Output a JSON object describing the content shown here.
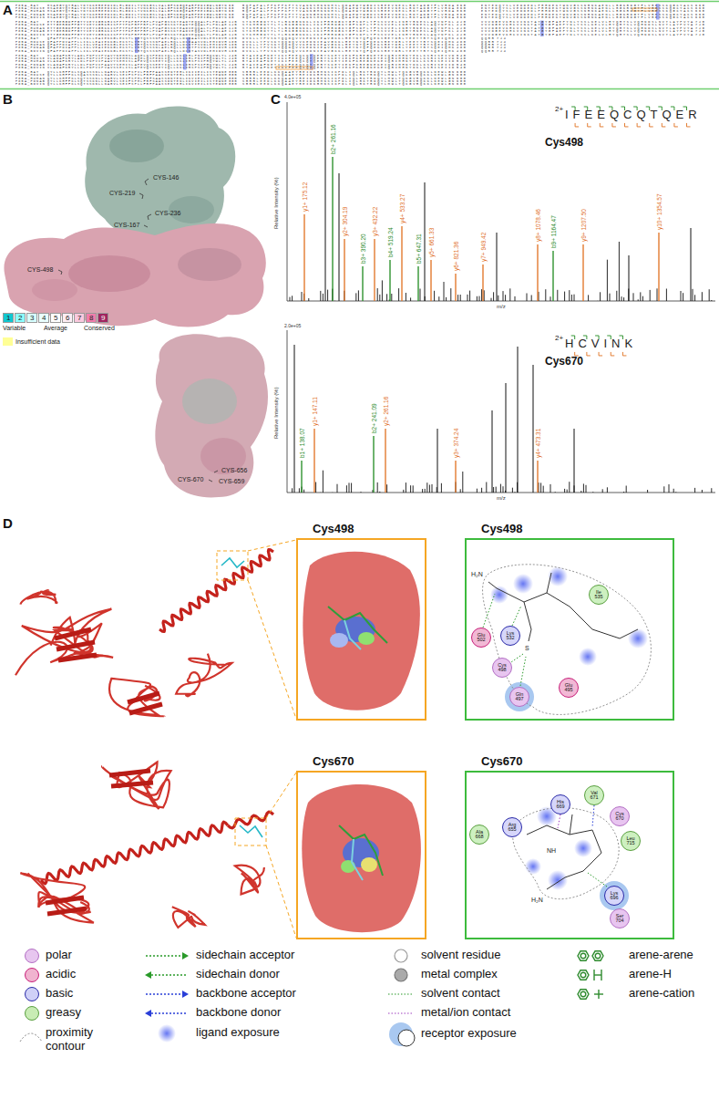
{
  "diagram": {
    "nodes": [
      {
        "text": [
          "Cys498"
        ]
      },
      {
        "text": [
          "Cys498"
        ]
      },
      {
        "text": [
          "Ile 535"
        ],
        "in": 1
      },
      {
        "text": [
          "Glu 502"
        ],
        "in": 1
      },
      {
        "text": [
          "Lys 532"
        ],
        "in": 1
      },
      {
        "text": [
          "Cys 498"
        ],
        "in": 1
      },
      {
        "text": [
          "Gln 497"
        ],
        "in": 1
      },
      {
        "text": [
          "Glu 495"
        ],
        "in": 1
      },
      {
        "text": [
          "Cys670"
        ]
      },
      {
        "text": [
          "Cys670"
        ]
      },
      {
        "text": [
          "Ala 668"
        ],
        "in": 9
      },
      {
        "text": [
          "Arg 655"
        ],
        "in": 9
      },
      {
        "text": [
          "His 669"
        ],
        "in": 9
      },
      {
        "text": [
          "Val 671"
        ],
        "in": 9
      },
      {
        "text": [
          "Cys 670"
        ],
        "in": 9
      },
      {
        "text": [
          "Leu 715"
        ],
        "in": 9
      },
      {
        "text": [
          "Lys 696"
        ],
        "in": 9
      },
      {
        "text": [
          "Ser 704"
        ],
        "in": 9
      }
    ],
    "labels": [
      "A",
      "P85A_RAT",
      "MSAEGYQYRALYDYKKEREEDIDLHLGDILTVNKGSLVALGFSDGQEARPEDIGWLNGYN",
      "60",
      "P85A_MOUSE",
      "MSAEGYQYRALYDYKKEREEDIDLHLGDILTVNKGSLVALGFSDGQEARPEDIGWLNGYN",
      "60",
      "P85A_HUMAN",
      "MSAEGYQYRALYDYKKEREEDIDLHLGDILTVNKGSLVALGFSDGQEARPEEIGWLNGYN",
      "60",
      "P85A_PONAB",
      "MSAEGYQYRALYDYKKEREEDIDLHLGDILTVNKGSLVALGFSDGQEARPEEIGWLNGYN",
      "60",
      "P85A_BOVIN",
      "MSAEGYQYRALYDYKKEREEDIDLHLGDILTVNKGSLVALGFSDGQEAKPEEIGWLNGYN",
      "60",
      "P85A_RAT",
      "ETTGERGDFPGTYVEYIGRKRISPPTPKPRPPRPLPVAPGSSKTEADTEQQALPLPDLAE",
      "120",
      "P85A_MOUSE",
      "ETTGERGDFPGTYVEYIGRKRISPPTPKPRPPRPLPVAPGSSKTEADTEQQALPLPDLAE",
      "120",
      "P85A_HUMAN",
      "ETTGERGDFPGTYVEYIGRKKISPPTPKPRPPRPLPVAPGSSKTEADVEQQALTLPDLAE",
      "120",
      "P85A_PONAB",
      "ETTGERGDFPGTYVEYIGRKKISPPTPKPRPPRPLPVAPGSSKTEADVEQQALTLPDLAE",
      "120",
      "P85A_BOVIN",
      "ETTGERGDFPGTYVEYIGRKKISPPTPKPRPPRPLPVAPGSSKTEADVEQQALTLPDLAE",
      "120",
      "P85A_RAT",
      "QFAPPDVAPPLLIKLLEAIEKKGLECSTLYRTQSSSNPAELRQLLDCDAASVDLEMIDVH",
      "180",
      "P85A_MOUSE",
      "QFAPPDVAPPLLIKLLEAIEKKGLECSTLYRTQSSSNPAELRQLLDCDAASVDLEMIDVH",
      "180",
      "P85A_HUMAN",
      "QFAPPDIAPPLLIKLVEAIEKKGLECSTLYRTQSSSNLAELRQLLDCDTPSVDLEMIDVH",
      "180",
      "P85A_PONAB",
      "QFAPPDIAPPLLIKLVEAIEKKGLECSTLYRTQSSSNLAELRQLLDCDTPSVDLEMIDVH",
      "180",
      "P85A_BOVIN",
      "QFAPPDIAPPLLIKLVEAIEKKGLECSTLYRTQSSSNPAELRQLLDCDTASVDLEMIDVH",
      "180",
      "P85A_RAT",
      "VLADAFKRYLADLPNPVIPVAVYNEMMSLAQELQSPEDCIQLLKKLIRLPNIPHQCWLTL",
      "240",
      "P85A_MOUSE",
      "VLADAFKRYLADLPNPVIPVAVYNEMMSLAQELQSPEDCIQLLKKLIRLPNIPHQCWLTL",
      "240",
      "P85A_HUMAN",
      "VLADAFKRYLLDLPNPVIPAAVYSEMISLAPEVQSSEEYIQLLKKLIRSPSIPHQYWLTL",
      "240",
      "P85A_PONAB",
      "VLADAFKRYLLDLPNPVIPAAVYSEMISLAPEVQSSEEYIQLLKKLIRSPSIPHQYWLTL",
      "240",
      "P85A_BOVIN",
      "VLADAFKRYLLDLPNPVIPVAVSSELISLAPEVQSSEEYIQLLKKLIRSPSIPHQYWLTL",
      "240",
      "P85A_RAT",
      "QYLLKHFFKLSQASSSNLLNARVLSEIFSPVLFRFPAASSENTEHLIKIIEILISTEWNE",
      "300",
      "P85A_MOUSE",
      "QYLLKHFFKLSQASSSNLLNARVLSEIFSPVLFRFPAASSENTEHLIKIIEILISTEWNE",
      "300",
      "P85A_HUMAN",
      "QYLLKHFFKLSQTSSKNLLNARVLSEIFSPMLFRFSAASSDNTENLIKVIEILISTEWNE",
      "300",
      "P85A_PONAB",
      "QYLLKHFFKLSQTSSKNLLNARVLSEIFSPMLFRFSAASSDNTENLIKVIEILISTEWNE",
      "300",
      "P85A_BOVIN",
      "QYLLKHFFKLSQTSSKNLLNARVLSEIFSPLLFRFPAASSENTEHLIKVIEILISTEWNE",
      "300",
      "RQPAPALPPKPPKPTSVANNSMNNNMSLQDAEWYWGDISREEVNEKLRDTADGTFLVRDA",
      "360",
      "RQPAPALPPKPPKPTSVANNSMNNNMSLQDAEWYWGDISREEVNEKLRDTADGTFLVRDA",
      "360",
      "RQPAPALPPKPPKPTTVANNGMNNNMSLQDAEWYWGDISREEVNEKLRDTADGTFLVRDA",
      "360",
      "RQPAPALPPKPPKPTTVANNGMNNNMSLQDAEWYWGDISREEVNEKLRDTADGTFLVRDA",
      "360",
      "RQPAPALPPKPPKPTTVANNSMNNNMSLQDAEWYWGDISREEVNEKLRDTADGTFLVRDA",
      "360",
      "STKMHGDYTLTLRKGGNNKLIKIFHRDGKYGFSDPLTFSSVVELINHYRNESLAQYNPKL",
      "420",
      "STKMHGDYTLTLRKGGNNKLIKIFHRDGKYGFSDPLTFSSVVELINHYRNESLAQYNPKL",
      "420",
      "STKMHGDYTLTLRKGGNNKLIKIFHRDGKYGFSDPLTFSSVVELINHYRNESLAQYNPKL",
      "420",
      "STKMHGDYTLTLRKGGNNKLIKIFHRDGKYGFSDPLTFSSVVELINHYRNESLAQYNPKL",
      "420",
      "STKMHGDYTLTLRKGGNNKLIKIFHRDGKYGFSDPLTFSSVVELINHYRNESLAQYNPKL",
      "420",
      "DVKLLYPVSKYQQDQVVKEDNIEAVGKKLHEYNTQFQEKSREYDRLYEEYTRTSQEIQMK",
      "480",
      "DVKLLYPVSKYQQDQVVKEDNIEAVGKKLHEYNTQFQEKSREYDRLYEEYTRTSQEIQMK",
      "480",
      "DVKLLYPVSKYQQDQVVKEDNIEAVGKKLHEYNTQFQEKSREYDRLYEEYTRTSQEIQMK",
      "480",
      "DVKLLYPVSKYQQDQVVKEDNIEAVGKKLHEYNTQFQEKSREYDRLYEEYTRTSQEIQMK",
      "480",
      "DVKLLYPVSKYQQDQVVKEDNIEAVGKKLHEYNTQFQEKSREYDRLYEEYTRTSQEIQMK",
      "480",
      "RTAIEAFNETIKIFEEQCQTQERYSKEYIEKFKREGNETEIQRIMHNYEKLKSRISEIVD",
      "540",
      "RTAIEAFNETIKIFEEQCQTQERYSKEYIEKFKREGNETEIQRIMHNYEKLKSRISEIVD",
      "540",
      "RTAIEAFNETIKIFEEQCQTQERYSKEYIEKFKREGNEKEIQRIMHNYDKLKSRISEIID",
      "540",
      "RTAIEAFNETIKIFEEQCQTQERYSKEYIEKFKREGNEKEIQRIMHNYDKLKSRISEIID",
      "540",
      "RTAIEAFNETIKIFEEQCQTQERYSKEYIEKFKREGNEKEIQRIMHNYDKLKSRISEIID",
      "540",
      "SRRRLEEDLKKQAAEYREIDKRMNSIKPDLIQLRKTRDQYLMWLTQKGVRQKKLNEWLGN",
      "600",
      "SRRRLEEDLKKQAAEYREIDKRMNSIKPDLIQLRKTRDQYLMWLTQKGVRQKKLNEWLGN",
      "600",
      "SRRRLEEDLKKQAAEYREIDKRMNSIKPDLIQLRKTRDQYLMWLTQKGVRQKKLNEWLGN",
      "600",
      "SRRRLEEDLKKQAAEYREIDKRMNSIKPDLIQLRKTRDQYLMWLTQKGVRQKKLNEWLGN",
      "600",
      "SRRRLEEDLKKQAAEYREIDKRMNSIKPDLIQLRKTRDQYLMWLTQKGVRQKKLNEWLGN",
      "600",
      "ENTEDQYSLVEDDEDLPHHDEKTWNVGSSNRNKAENLLRGKRDGTFLVRESSKQGCYACS",
      "660",
      "ENTEDQYSLVEDDEDLPHHDEKTWNVGSSNRNKAENLLRGKRDGTFLVRESSKQGCYACS",
      "660",
      "ENTEDQYSLVEDDEDLPHHDEKTWNVGSSNRNKAENLLRGKRDGTFLVRESSKQGCYACS",
      "660",
      "ENTEDQYSLVEDDEDLPHHDEKTWNVGSSNRNKAENLLRGKRDGTFLVRESSKQGCYACS",
      "660",
      "ENTEDQYSLVEDDEDLPHHDEKTWNVGSSNRNKAENLLRGKRDGTFLVRESSKQGCYACS",
      "660",
      "VVVDGEVKHCVINKTATGYGFAEPYNLYSSLKELVLHYQHTSLVQHNDSLNVTLAYPVYA",
      "720",
      "VVVDGEVKHCVINKTATGYGFAEPYNLYSSLKELVLHYQHTSLVQHNDSLNVTLAYPVYA",
      "720",
      "VVVDGEVKHCVINKTATGYGFAEPYNLYSSLKELVLHYQHTSLVQHNDSLNVTLAYPVYA",
      "720",
      "VVVDGEVKHCVINKTATGYGFAEPYNLYSSLKELVLHYQHTSLVQHNDSLNVTLAYPVYA",
      "720",
      "VVVDGEVKHCVINKTATGYGFAEPYNLYSSLKELVLHYQHTSLVQHNDSLNVTLAYPVYA",
      "720",
      "QQRR",
      "724",
      "QQRR",
      "724",
      "QQRR",
      "724",
      "QQRR",
      "724",
      "QQRR",
      "724",
      "B",
      "CYS-146",
      "CYS-219",
      "CYS-236",
      "CYS-167",
      "CYS-498",
      "CYS-656",
      "CYS-659",
      "CYS-670",
      "Variable",
      "Average",
      "Conserved",
      "C",
      "4.0e+05",
      "Relative Intensity (%)",
      "m/z",
      "2+",
      "IFEEQCQTQER",
      "Cys498",
      "y1+ 175.12",
      "b2+ 261.16",
      "y2+ 304.19",
      "b3+ 390.20",
      "y3+ 432.22",
      "b4+ 519.24",
      "y4+ 533.27",
      "b5+ 647.31",
      "y5+ 661.33",
      "y6+ 821.36",
      "y7+ 949.42",
      "y8+ 1078.46",
      "b9+ 1164.47",
      "y9+ 1207.50",
      "y10+ 1354.57",
      "2.0e+05",
      "Relative Intensity (%)",
      "m/z",
      "2+",
      "HCVINK",
      "Cys670",
      "b1+ 138.07",
      "y1+ 147.11",
      "b2+ 241.09",
      "y2+ 261.16",
      "y3+ 374.24",
      "y4+ 473.31",
      "D",
      "H₂N",
      "S",
      "H₂N",
      "NH"
    ],
    "legend": [
      {
        "text": "1",
        "color": "#10C8D1"
      },
      {
        "text": "2",
        "color": "#8CFFFF"
      },
      {
        "text": "3",
        "color": "#D7FFFF"
      },
      {
        "text": "4",
        "color": "#EAFFFF"
      },
      {
        "text": "5",
        "color": "#FFFFFF"
      },
      {
        "text": "6",
        "color": "#FCEDF4"
      },
      {
        "text": "7",
        "color": "#FAC9DE"
      },
      {
        "text": "8",
        "color": "#F07DAB"
      },
      {
        "text": "9",
        "color": "#A02560"
      },
      {
        "text": "Insufficient data",
        "color": "#FFFF96"
      },
      {
        "text": "polar",
        "color": "#E7C6EF"
      },
      {
        "text": "acidic",
        "color": "#F0B3CF"
      },
      {
        "text": "basic",
        "color": "#CFD0F7"
      },
      {
        "text": "greasy",
        "color": "#C8ECB4"
      },
      {
        "text": "proximity contour"
      },
      {
        "text": "sidechain acceptor"
      },
      {
        "text": "sidechain donor"
      },
      {
        "text": "backbone acceptor"
      },
      {
        "text": "backbone donor"
      },
      {
        "text": "ligand exposure"
      },
      {
        "text": "solvent residue"
      },
      {
        "text": "metal complex"
      },
      {
        "text": "solvent contact"
      },
      {
        "text": "metal/ion contact"
      },
      {
        "text": "receptor exposure"
      },
      {
        "text": "arene-arene"
      },
      {
        "text": "arene-H"
      },
      {
        "text": "arene-cation"
      }
    ]
  }
}
